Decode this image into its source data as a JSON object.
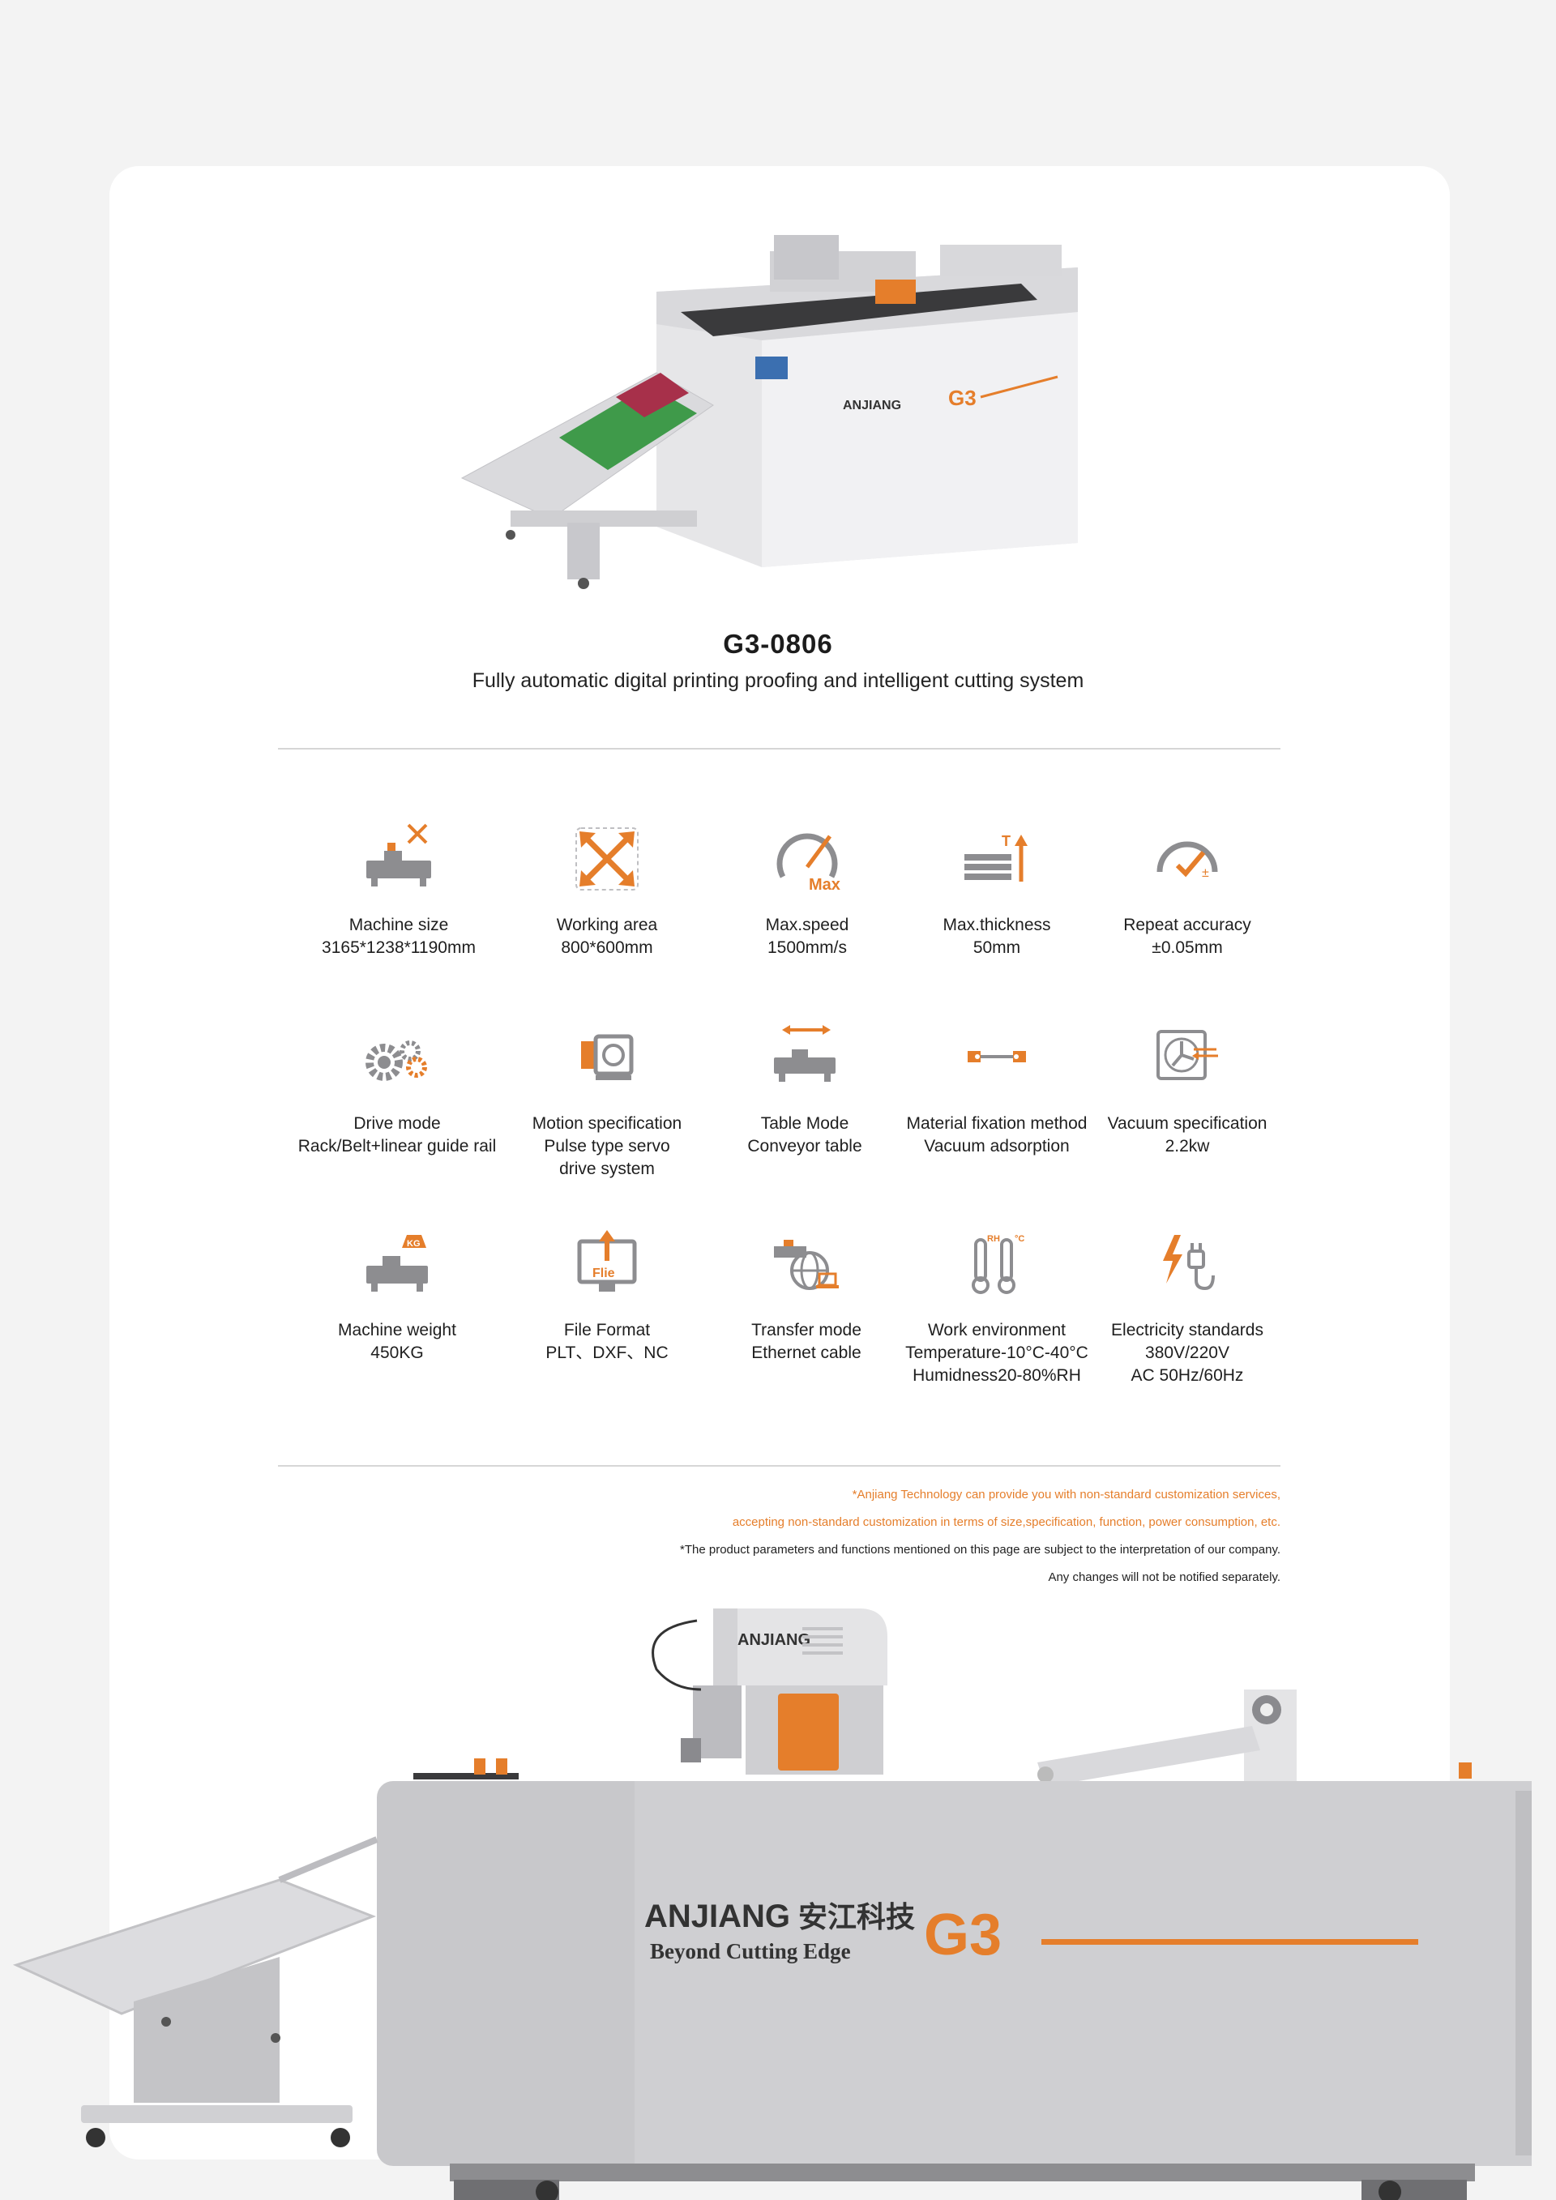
{
  "product": {
    "model": "G3-0806",
    "tagline": "Fully automatic digital printing proofing and intelligent cutting system"
  },
  "brand": {
    "name": "ANJIANG",
    "chinese": "安江科技",
    "slogan": "Beyond Cutting Edge",
    "series": "G3",
    "accent_color": "#e57e2b"
  },
  "specs": [
    {
      "icon": "machine-size-icon",
      "label": "Machine size",
      "lines": [
        "3165*1238*1190mm"
      ]
    },
    {
      "icon": "working-area-icon",
      "label": "Working area",
      "lines": [
        "800*600mm"
      ]
    },
    {
      "icon": "max-speed-icon",
      "label": "Max.speed",
      "lines": [
        "1500mm/s"
      ]
    },
    {
      "icon": "max-thickness-icon",
      "label": "Max.thickness",
      "lines": [
        "50mm"
      ]
    },
    {
      "icon": "repeat-accuracy-icon",
      "label": "Repeat accuracy",
      "lines": [
        "±0.05mm"
      ]
    },
    {
      "icon": "drive-mode-icon",
      "label": "Drive mode",
      "lines": [
        "Rack/Belt+linear guide rail"
      ]
    },
    {
      "icon": "motion-spec-icon",
      "label": "Motion specification",
      "lines": [
        "Pulse type servo",
        "drive system"
      ]
    },
    {
      "icon": "table-mode-icon",
      "label": "Table Mode",
      "lines": [
        "Conveyor table"
      ]
    },
    {
      "icon": "material-fixation-icon",
      "label": "Material fixation method",
      "lines": [
        "Vacuum adsorption"
      ]
    },
    {
      "icon": "vacuum-spec-icon",
      "label": "Vacuum specification",
      "lines": [
        "2.2kw"
      ]
    },
    {
      "icon": "machine-weight-icon",
      "label": "Machine weight",
      "lines": [
        "450KG"
      ]
    },
    {
      "icon": "file-format-icon",
      "label": "File Format",
      "lines": [
        "PLT、DXF、NC"
      ]
    },
    {
      "icon": "transfer-mode-icon",
      "label": "Transfer mode",
      "lines": [
        "Ethernet cable"
      ]
    },
    {
      "icon": "work-environment-icon",
      "label": "Work environment",
      "lines": [
        "Temperature-10°C-40°C",
        "Humidness20-80%RH"
      ]
    },
    {
      "icon": "electricity-icon",
      "label": "Electricity standards",
      "lines": [
        "380V/220V",
        "AC 50Hz/60Hz"
      ]
    }
  ],
  "icon_text": {
    "max": "Max",
    "thickness_t": "T",
    "accuracy_pm": "±",
    "weight_kg": "KG",
    "file": "Flie",
    "rh": "RH",
    "celsius": "°C"
  },
  "notes": {
    "line1": "*Anjiang Technology can provide you with non-standard customization services,",
    "line2": "accepting non-standard customization in terms of size,specification, function, power consumption, etc.",
    "line3": "*The product parameters and functions mentioned on this page are subject to the interpretation of our company.",
    "line4": "Any changes will not be notified separately."
  }
}
